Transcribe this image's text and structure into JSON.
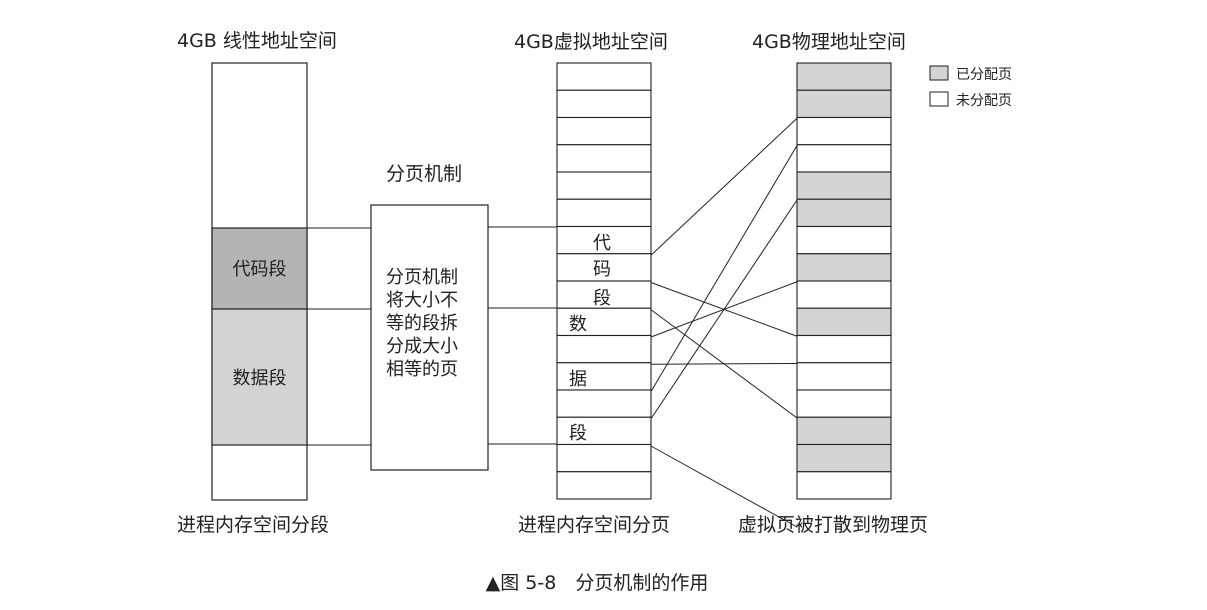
{
  "diagram": {
    "titles": {
      "linear": "4GB 线性地址空间",
      "virtual": "4GB虚拟地址空间",
      "physical": "4GB物理地址空间"
    },
    "legend": {
      "allocated": "已分配页",
      "unallocated": "未分配页",
      "allocated_color": "#d3d3d3",
      "unallocated_color": "#ffffff"
    },
    "linear_space": {
      "code_segment": "代码段",
      "data_segment": "数据段",
      "code_color": "#b4b4b4",
      "data_color": "#d3d3d3"
    },
    "paging": {
      "heading": "分页机制",
      "description": [
        "分页机制",
        "将大小不",
        "等的段拆",
        "分成大小",
        "相等的页"
      ]
    },
    "virtual_pages": {
      "count": 16,
      "labels": [
        "代",
        "码",
        "段",
        "数",
        "据",
        "段"
      ]
    },
    "physical_pages": {
      "count": 16,
      "allocated": [
        0,
        1,
        4,
        5,
        7,
        9,
        13,
        14
      ]
    },
    "mappings": [
      {
        "from": "virtual-6",
        "to": "physical-2"
      },
      {
        "from": "virtual-7",
        "to": "physical-10"
      },
      {
        "from": "virtual-8",
        "to": "physical-13"
      },
      {
        "from": "virtual-9",
        "to": "physical-8"
      },
      {
        "from": "virtual-10",
        "to": "physical-11"
      },
      {
        "from": "virtual-11",
        "to": "physical-3"
      },
      {
        "from": "virtual-12",
        "to": "physical-5"
      },
      {
        "from": "virtual-13",
        "to": "physical-17"
      }
    ],
    "bottom_labels": {
      "linear": "进程内存空间分段",
      "virtual": "进程内存空间分页",
      "physical": "虚拟页被打散到物理页"
    },
    "caption": "▲图 5-8　分页机制的作用"
  }
}
